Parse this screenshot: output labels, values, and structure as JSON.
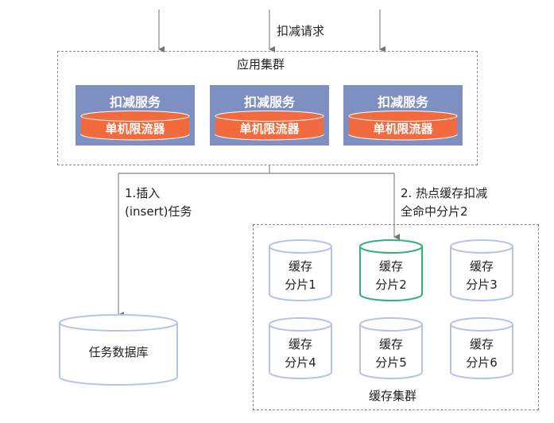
{
  "top_label": "扣减请求",
  "app_cluster": {
    "title": "应用集群",
    "services": [
      {
        "title": "扣减服务",
        "limiter": "单机限流器"
      },
      {
        "title": "扣减服务",
        "limiter": "单机限流器"
      },
      {
        "title": "扣减服务",
        "limiter": "单机限流器"
      }
    ]
  },
  "edges": {
    "insert_line1": "1.插入",
    "insert_line2": "(insert)任务",
    "hot_line1": "2. 热点缓存扣减",
    "hot_line2": "全命中分片2"
  },
  "task_db": {
    "label": "任务数据库"
  },
  "cache_cluster": {
    "title": "缓存集群",
    "shards": [
      {
        "line1": "缓存",
        "line2": "分片1",
        "highlight": false
      },
      {
        "line1": "缓存",
        "line2": "分片2",
        "highlight": true
      },
      {
        "line1": "缓存",
        "line2": "分片3",
        "highlight": false
      },
      {
        "line1": "缓存",
        "line2": "分片4",
        "highlight": false
      },
      {
        "line1": "缓存",
        "line2": "分片5",
        "highlight": false
      },
      {
        "line1": "缓存",
        "line2": "分片6",
        "highlight": false
      }
    ]
  },
  "colors": {
    "service_bg": "#7e8fc1",
    "limiter_fill": "#f26a3d",
    "cylinder_stroke": "#b8c2e8",
    "highlight_stroke": "#33b07a",
    "line": "#888888"
  }
}
